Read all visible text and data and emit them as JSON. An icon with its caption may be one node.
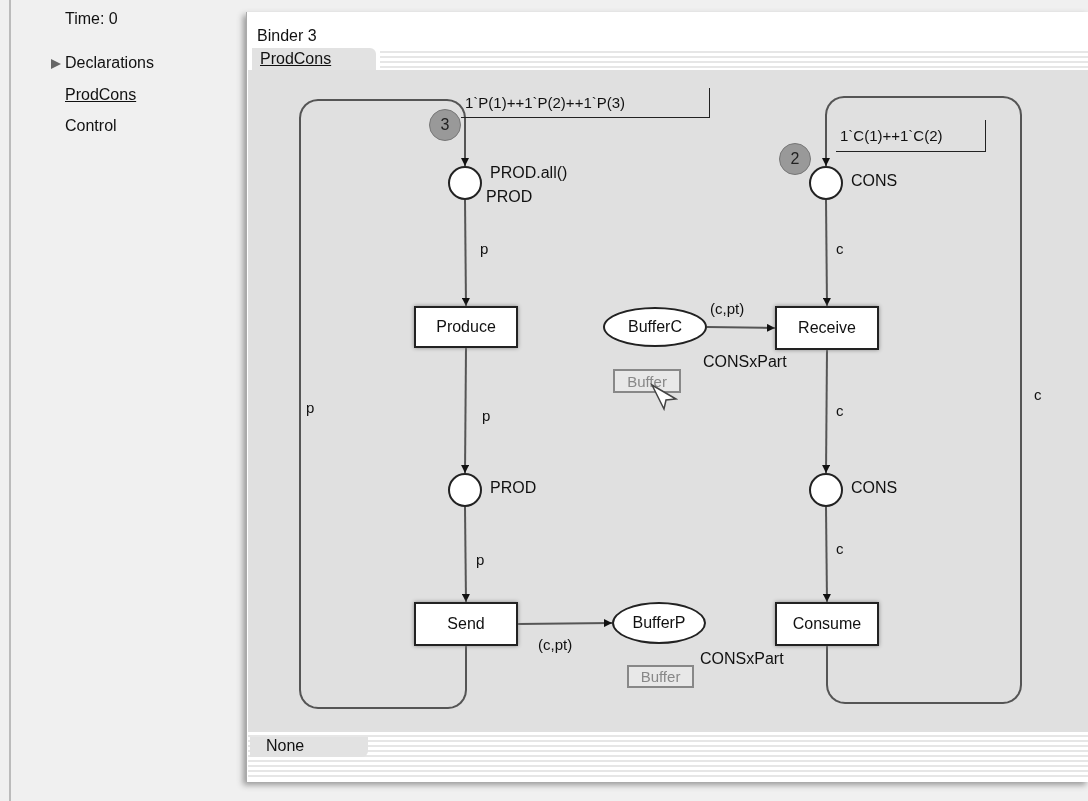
{
  "diagram": {
    "nodes": [
      {
        "text": [],
        "shape": "circle",
        "beside": [
          "PROD.all()",
          "PROD"
        ]
      },
      {
        "text": [],
        "shape": "circle",
        "beside": [
          "CONS"
        ]
      },
      {
        "text": [
          "Produce"
        ]
      },
      {
        "text": [
          "BufferC"
        ],
        "beside": [
          "CONSxPart"
        ]
      },
      {
        "text": [
          "Receive"
        ]
      },
      {
        "text": [],
        "shape": "circle",
        "beside": [
          "PROD"
        ]
      },
      {
        "text": [],
        "shape": "circle",
        "beside": [
          "CONS"
        ]
      },
      {
        "text": [
          "Send"
        ]
      },
      {
        "text": [
          "BufferP"
        ],
        "beside": [
          "CONSxPart"
        ]
      },
      {
        "text": [
          "Consume"
        ]
      },
      {
        "text": [
          "3"
        ]
      },
      {
        "text": [
          "1`P(1)++1`P(2)++1`P(3)"
        ]
      },
      {
        "text": [
          "2"
        ]
      },
      {
        "text": [
          "1`C(1)++1`C(2)"
        ]
      },
      {
        "text": [
          "Buffer"
        ]
      },
      {
        "text": [
          "Buffer"
        ]
      }
    ],
    "edges": [
      {
        "from": 0,
        "to": 2,
        "arrow": "to",
        "label": "p"
      },
      {
        "from": 2,
        "to": 5,
        "arrow": "to",
        "label": "p"
      },
      {
        "from": 5,
        "to": 7,
        "arrow": "to",
        "label": "p"
      },
      {
        "from": 7,
        "to": 0,
        "arrow": "to",
        "label": "p"
      },
      {
        "from": 7,
        "to": 8,
        "arrow": "to",
        "label": "(c,pt)"
      },
      {
        "from": 3,
        "to": 4,
        "arrow": "to",
        "label": "(c,pt)"
      },
      {
        "from": 1,
        "to": 4,
        "arrow": "to",
        "label": "c"
      },
      {
        "from": 4,
        "to": 6,
        "arrow": "to",
        "label": "c"
      },
      {
        "from": 6,
        "to": 9,
        "arrow": "to",
        "label": "c"
      },
      {
        "from": 9,
        "to": 1,
        "arrow": "to",
        "label": "c"
      }
    ],
    "labels": [
      "Time: 0",
      "Declarations",
      "ProdCons",
      "Control",
      "Binder 3",
      "ProdCons",
      "None"
    ]
  }
}
